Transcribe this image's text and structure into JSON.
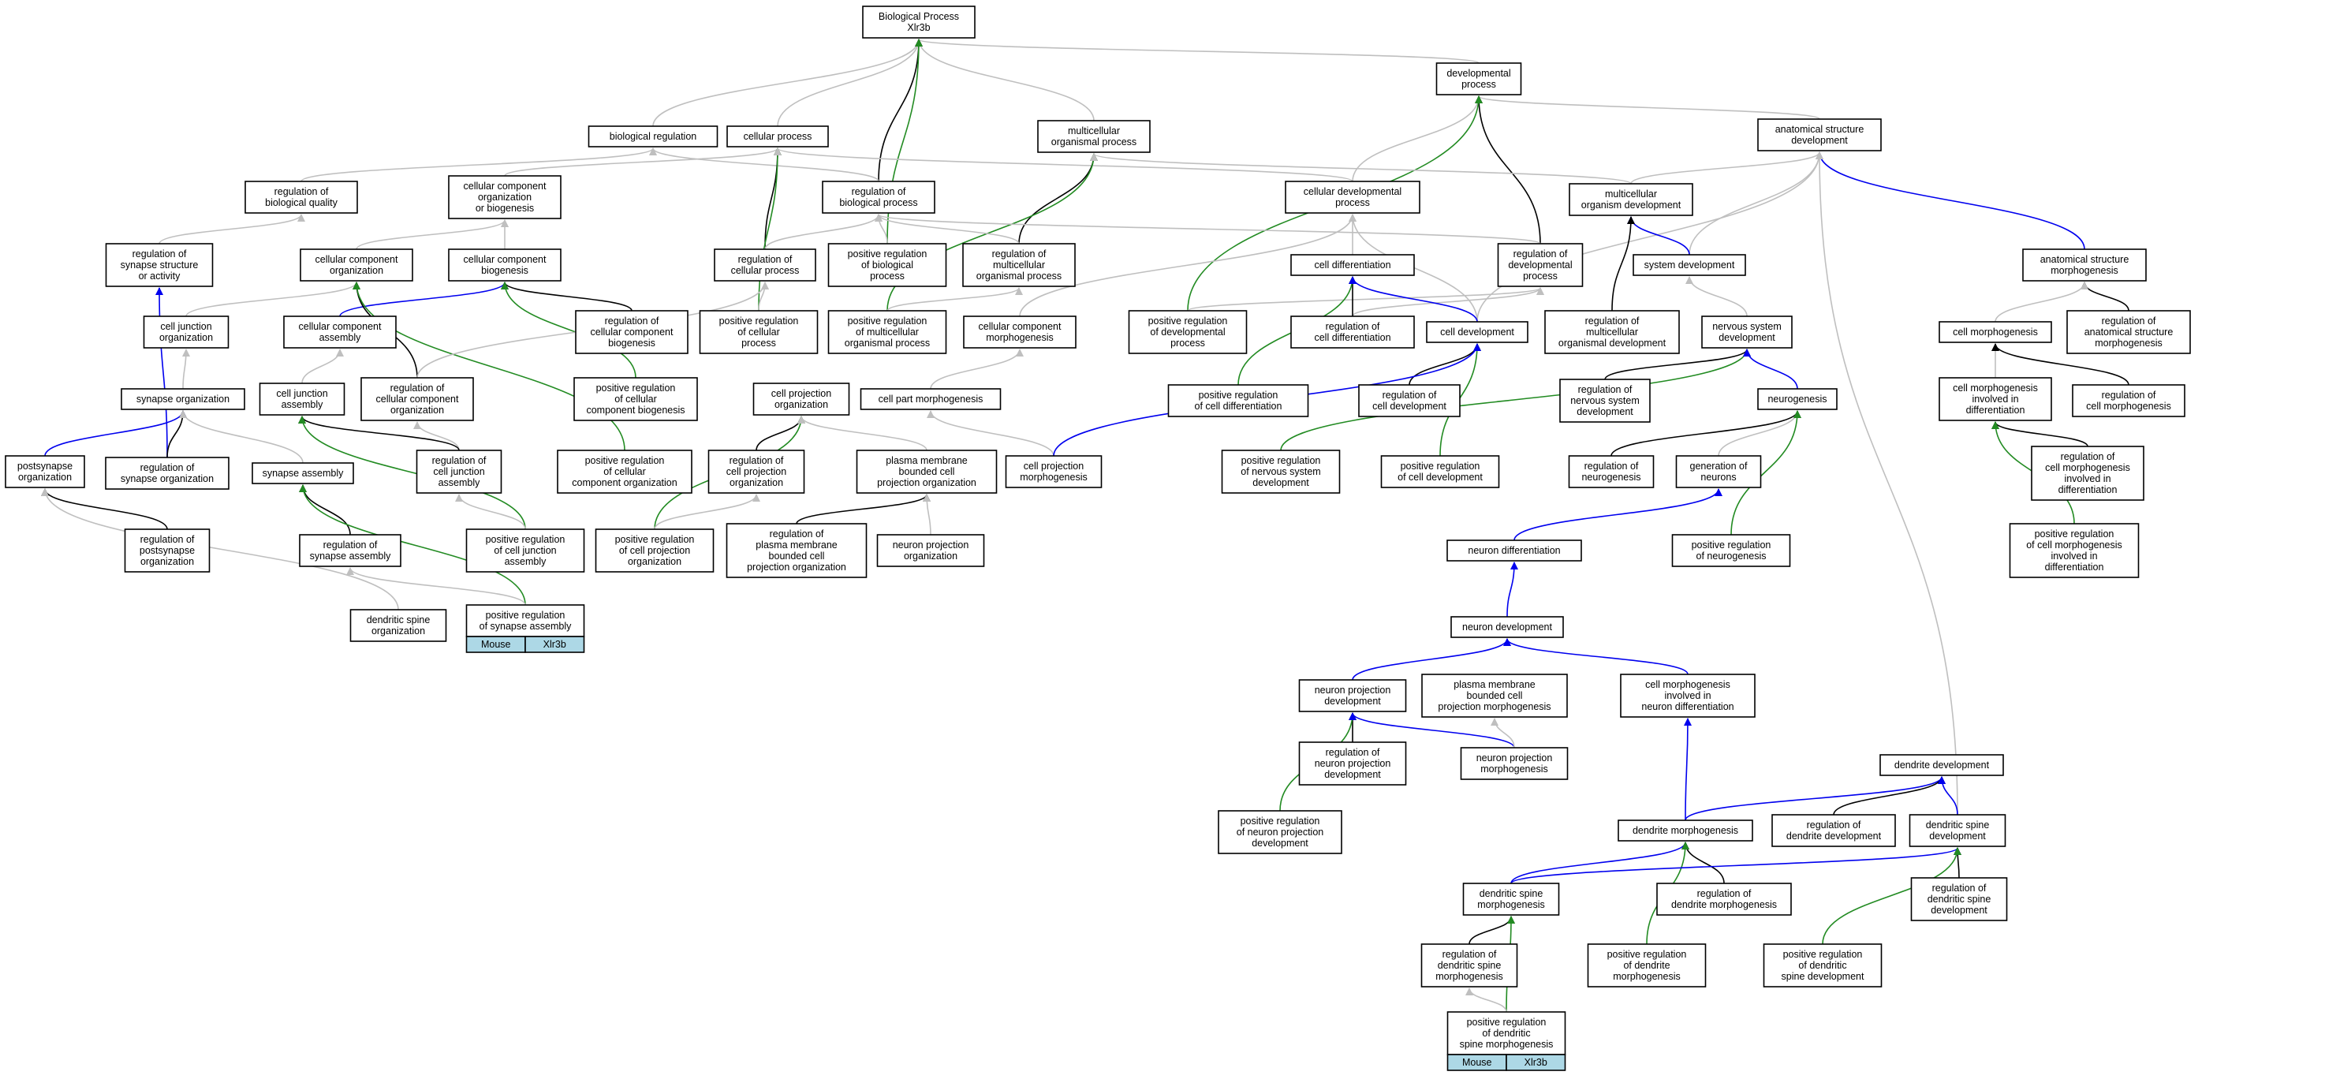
{
  "colors": {
    "is_a": "#bfbfbf",
    "part_of": "#000000",
    "positively_regulates": "#228b22",
    "regulates": "#0000ee",
    "annotation_tag": "#add8e6"
  },
  "nodes": {
    "bp": [
      "Biological Process",
      "Xlr3b"
    ],
    "devproc": [
      "developmental",
      "process"
    ],
    "bioreg": [
      "biological regulation"
    ],
    "cellproc": [
      "cellular process"
    ],
    "multiproc": [
      "multicellular",
      "organismal process"
    ],
    "anatdev": [
      "anatomical structure",
      "development"
    ],
    "regbioqual": [
      "regulation of",
      "biological quality"
    ],
    "ccorgbio": [
      "cellular component",
      "organization",
      "or biogenesis"
    ],
    "regbioproc": [
      "regulation of",
      "biological process"
    ],
    "celldevproc": [
      "cellular developmental",
      "process"
    ],
    "multiorgdev": [
      "multicellular",
      "organism development"
    ],
    "regsynstruct": [
      "regulation of",
      "synapse structure",
      "or activity"
    ],
    "ccorg": [
      "cellular component",
      "organization"
    ],
    "ccbio": [
      "cellular component",
      "biogenesis"
    ],
    "regcellproc": [
      "regulation of",
      "cellular process"
    ],
    "posregbioproc": [
      "positive regulation",
      "of biological",
      "process"
    ],
    "regmultiproc": [
      "regulation of",
      "multicellular",
      "organismal process"
    ],
    "regdevproc": [
      "regulation of",
      "developmental",
      "process"
    ],
    "celldiff": [
      "cell differentiation"
    ],
    "sysdev": [
      "system development"
    ],
    "anatmorph": [
      "anatomical structure",
      "morphogenesis"
    ],
    "celljuncorg": [
      "cell junction",
      "organization"
    ],
    "ccassembly": [
      "cellular component",
      "assembly"
    ],
    "regccbio": [
      "regulation of",
      "cellular component",
      "biogenesis"
    ],
    "posregcellproc": [
      "positive regulation",
      "of cellular",
      "process"
    ],
    "posregmultiproc": [
      "positive regulation",
      "of multicellular",
      "organismal process"
    ],
    "ccmorph": [
      "cellular component",
      "morphogenesis"
    ],
    "posregdevproc": [
      "positive regulation",
      "of developmental",
      "process"
    ],
    "regcelldiff": [
      "regulation of",
      "cell differentiation"
    ],
    "celldev": [
      "cell development"
    ],
    "regmultiorgdev": [
      "regulation of",
      "multicellular",
      "organismal development"
    ],
    "nsdev": [
      "nervous system",
      "development"
    ],
    "cellmorph": [
      "cell morphogenesis"
    ],
    "reganatmorph": [
      "regulation of",
      "anatomical structure",
      "morphogenesis"
    ],
    "synorg": [
      "synapse organization"
    ],
    "celljuncassembly": [
      "cell junction",
      "assembly"
    ],
    "regccorg": [
      "regulation of",
      "cellular component",
      "organization"
    ],
    "posregccbio": [
      "positive regulation",
      "of cellular",
      "component biogenesis"
    ],
    "cellprojorg": [
      "cell projection",
      "organization"
    ],
    "cellpartmorph": [
      "cell part morphogenesis"
    ],
    "posregcelldiff": [
      "positive regulation",
      "of cell differentiation"
    ],
    "regcelldev": [
      "regulation of",
      "cell development"
    ],
    "regnsdev": [
      "regulation of",
      "nervous system",
      "development"
    ],
    "neurogenesis": [
      "neurogenesis"
    ],
    "cellmorphdiff": [
      "cell morphogenesis",
      "involved in",
      "differentiation"
    ],
    "regcellmorph": [
      "regulation of",
      "cell morphogenesis"
    ],
    "postsynorg": [
      "postsynapse",
      "organization"
    ],
    "regsynorg": [
      "regulation of",
      "synapse organization"
    ],
    "synassembly": [
      "synapse assembly"
    ],
    "regcelljuncassembly": [
      "regulation of",
      "cell junction",
      "assembly"
    ],
    "posregccorg": [
      "positive regulation",
      "of cellular",
      "component organization"
    ],
    "regcellprojorg": [
      "regulation of",
      "cell projection",
      "organization"
    ],
    "pmbcporg": [
      "plasma membrane",
      "bounded cell",
      "projection organization"
    ],
    "cellprojmorph": [
      "cell projection",
      "morphogenesis"
    ],
    "posregnsdev": [
      "positive regulation",
      "of nervous system",
      "development"
    ],
    "posregcelldev": [
      "positive regulation",
      "of cell development"
    ],
    "regneurogenesis": [
      "regulation of",
      "neurogenesis"
    ],
    "genneurons": [
      "generation of",
      "neurons"
    ],
    "regcellmorphdiff": [
      "regulation of",
      "cell morphogenesis",
      "involved in",
      "differentiation"
    ],
    "regpostsynorg": [
      "regulation of",
      "postsynapse",
      "organization"
    ],
    "regsynassembly": [
      "regulation of",
      "synapse assembly"
    ],
    "posregcelljuncassembly": [
      "positive regulation",
      "of cell junction",
      "assembly"
    ],
    "posregcellprojorg": [
      "positive regulation",
      "of cell projection",
      "organization"
    ],
    "regpmbcporg": [
      "regulation of",
      "plasma membrane",
      "bounded cell",
      "projection organization"
    ],
    "neuronprojorg": [
      "neuron projection",
      "organization"
    ],
    "neurondiff": [
      "neuron differentiation"
    ],
    "posregneurogenesis": [
      "positive regulation",
      "of neurogenesis"
    ],
    "posregcellmorphdiff": [
      "positive regulation",
      "of cell morphogenesis",
      "involved in",
      "differentiation"
    ],
    "dendspineorg": [
      "dendritic spine",
      "organization"
    ],
    "posregsynassembly": [
      "positive regulation",
      "of synapse assembly"
    ],
    "neurondev": [
      "neuron development"
    ],
    "neuronprojdev": [
      "neuron projection",
      "development"
    ],
    "pmbcpmorph": [
      "plasma membrane",
      "bounded cell",
      "projection morphogenesis"
    ],
    "cellmorphneurondiff": [
      "cell morphogenesis",
      "involved in",
      "neuron differentiation"
    ],
    "dendritedev": [
      "dendrite development"
    ],
    "regneuronprojdev": [
      "regulation of",
      "neuron projection",
      "development"
    ],
    "neuronprojmorph": [
      "neuron projection",
      "morphogenesis"
    ],
    "posregneuronprojdev": [
      "positive regulation",
      "of neuron projection",
      "development"
    ],
    "dendmorph": [
      "dendrite morphogenesis"
    ],
    "regdendritedev": [
      "regulation of",
      "dendrite development"
    ],
    "dendspinedev": [
      "dendritic spine",
      "development"
    ],
    "dendspinemorph": [
      "dendritic spine",
      "morphogenesis"
    ],
    "regdendmorph": [
      "regulation of",
      "dendrite morphogenesis"
    ],
    "regdendspinedev": [
      "regulation of",
      "dendritic spine",
      "development"
    ],
    "regdendspinemorph": [
      "regulation of",
      "dendritic spine",
      "morphogenesis"
    ],
    "posregdendmorph": [
      "positive regulation",
      "of dendrite",
      "morphogenesis"
    ],
    "posregdendspinedev": [
      "positive regulation",
      "of dendritic",
      "spine development"
    ],
    "posregdendspinemorph": [
      "positive regulation",
      "of dendritic",
      "spine morphogenesis"
    ]
  },
  "tags": {
    "posregsynassembly": [
      "Mouse",
      "Xlr3b"
    ],
    "posregdendspinemorph": [
      "Mouse",
      "Xlr3b"
    ]
  },
  "edges": [
    [
      "devproc",
      "bp",
      "is_a"
    ],
    [
      "bioreg",
      "bp",
      "is_a"
    ],
    [
      "cellproc",
      "bp",
      "is_a"
    ],
    [
      "multiproc",
      "bp",
      "is_a"
    ],
    [
      "regbioproc",
      "bp",
      "part_of"
    ],
    [
      "posregbioproc",
      "bp",
      "positively_regulates"
    ],
    [
      "anatdev",
      "devproc",
      "is_a"
    ],
    [
      "celldevproc",
      "devproc",
      "is_a"
    ],
    [
      "regdevproc",
      "devproc",
      "part_of"
    ],
    [
      "posregdevproc",
      "devproc",
      "positively_regulates"
    ],
    [
      "regbioqual",
      "bioreg",
      "is_a"
    ],
    [
      "regbioproc",
      "bioreg",
      "is_a"
    ],
    [
      "ccorgbio",
      "cellproc",
      "is_a"
    ],
    [
      "regcellproc",
      "cellproc",
      "part_of"
    ],
    [
      "posregcellproc",
      "cellproc",
      "positively_regulates"
    ],
    [
      "celldevproc",
      "cellproc",
      "is_a"
    ],
    [
      "regmultiproc",
      "multiproc",
      "part_of"
    ],
    [
      "posregmultiproc",
      "multiproc",
      "positively_regulates"
    ],
    [
      "multiorgdev",
      "multiproc",
      "is_a"
    ],
    [
      "anatmorph",
      "anatdev",
      "regulates"
    ],
    [
      "multiorgdev",
      "anatdev",
      "is_a"
    ],
    [
      "sysdev",
      "anatdev",
      "is_a"
    ],
    [
      "celldev",
      "anatdev",
      "is_a"
    ],
    [
      "dendspinedev",
      "anatdev",
      "is_a"
    ],
    [
      "regsynstruct",
      "regbioqual",
      "is_a"
    ],
    [
      "ccorg",
      "ccorgbio",
      "is_a"
    ],
    [
      "ccbio",
      "ccorgbio",
      "is_a"
    ],
    [
      "regcellproc",
      "regbioproc",
      "is_a"
    ],
    [
      "posregbioproc",
      "regbioproc",
      "is_a"
    ],
    [
      "regmultiproc",
      "regbioproc",
      "is_a"
    ],
    [
      "regdevproc",
      "regbioproc",
      "is_a"
    ],
    [
      "celldiff",
      "celldevproc",
      "is_a"
    ],
    [
      "ccmorph",
      "celldevproc",
      "is_a"
    ],
    [
      "celldev",
      "celldevproc",
      "is_a"
    ],
    [
      "sysdev",
      "multiorgdev",
      "regulates"
    ],
    [
      "regmultiorgdev",
      "multiorgdev",
      "part_of"
    ],
    [
      "regsynorg",
      "regsynstruct",
      "regulates"
    ],
    [
      "celljuncorg",
      "ccorg",
      "is_a"
    ],
    [
      "ccassembly",
      "ccbio",
      "regulates"
    ],
    [
      "regccbio",
      "ccbio",
      "part_of"
    ],
    [
      "posregccbio",
      "ccbio",
      "positively_regulates"
    ],
    [
      "regccorg",
      "ccorg",
      "part_of"
    ],
    [
      "posregccorg",
      "ccorg",
      "positively_regulates"
    ],
    [
      "posregcellproc",
      "regcellproc",
      "is_a"
    ],
    [
      "regccorg",
      "regcellproc",
      "is_a"
    ],
    [
      "posregmultiproc",
      "regmultiproc",
      "is_a"
    ],
    [
      "posregdevproc",
      "regdevproc",
      "is_a"
    ],
    [
      "regcelldiff",
      "regdevproc",
      "is_a"
    ],
    [
      "regcelldiff",
      "celldiff",
      "part_of"
    ],
    [
      "posregcelldiff",
      "celldiff",
      "positively_regulates"
    ],
    [
      "celldev",
      "celldiff",
      "regulates"
    ],
    [
      "nsdev",
      "sysdev",
      "is_a"
    ],
    [
      "reganatmorph",
      "anatmorph",
      "part_of"
    ],
    [
      "cellmorph",
      "anatmorph",
      "is_a"
    ],
    [
      "synorg",
      "celljuncorg",
      "is_a"
    ],
    [
      "celljuncassembly",
      "ccassembly",
      "is_a"
    ],
    [
      "regcelljuncassembly",
      "regccorg",
      "is_a"
    ],
    [
      "cellpartmorph",
      "ccmorph",
      "is_a"
    ],
    [
      "regcelldev",
      "celldev",
      "part_of"
    ],
    [
      "posregcelldev",
      "celldev",
      "positively_regulates"
    ],
    [
      "regnsdev",
      "nsdev",
      "part_of"
    ],
    [
      "posregnsdev",
      "nsdev",
      "positively_regulates"
    ],
    [
      "neurogenesis",
      "nsdev",
      "regulates"
    ],
    [
      "cellmorphdiff",
      "cellmorph",
      "is_a"
    ],
    [
      "regcellmorph",
      "cellmorph",
      "part_of"
    ],
    [
      "postsynorg",
      "synorg",
      "regulates"
    ],
    [
      "regsynorg",
      "synorg",
      "part_of"
    ],
    [
      "synassembly",
      "synorg",
      "is_a"
    ],
    [
      "regcelljuncassembly",
      "celljuncassembly",
      "part_of"
    ],
    [
      "posregcelljuncassembly",
      "celljuncassembly",
      "positively_regulates"
    ],
    [
      "regcellprojorg",
      "cellprojorg",
      "part_of"
    ],
    [
      "posregcellprojorg",
      "cellprojorg",
      "positively_regulates"
    ],
    [
      "pmbcporg",
      "cellprojorg",
      "is_a"
    ],
    [
      "cellprojmorph",
      "cellpartmorph",
      "is_a"
    ],
    [
      "cellprojmorph",
      "celldev",
      "regulates"
    ],
    [
      "regneurogenesis",
      "neurogenesis",
      "part_of"
    ],
    [
      "genneurons",
      "neurogenesis",
      "is_a"
    ],
    [
      "posregneurogenesis",
      "neurogenesis",
      "positively_regulates"
    ],
    [
      "regcellmorphdiff",
      "cellmorphdiff",
      "part_of"
    ],
    [
      "posregcellmorphdiff",
      "cellmorphdiff",
      "positively_regulates"
    ],
    [
      "regpostsynorg",
      "postsynorg",
      "part_of"
    ],
    [
      "regsynassembly",
      "synassembly",
      "part_of"
    ],
    [
      "posregsynassembly",
      "synassembly",
      "positively_regulates"
    ],
    [
      "posregcelljuncassembly",
      "regcelljuncassembly",
      "is_a"
    ],
    [
      "posregcellprojorg",
      "regcellprojorg",
      "is_a"
    ],
    [
      "regpmbcporg",
      "pmbcporg",
      "part_of"
    ],
    [
      "neuronprojorg",
      "pmbcporg",
      "is_a"
    ],
    [
      "neurondiff",
      "genneurons",
      "regulates"
    ],
    [
      "neurondev",
      "neurondiff",
      "regulates"
    ],
    [
      "neuronprojdev",
      "neurondev",
      "regulates"
    ],
    [
      "cellmorphneurondiff",
      "neurondev",
      "regulates"
    ],
    [
      "regneuronprojdev",
      "neuronprojdev",
      "part_of"
    ],
    [
      "posregneuronprojdev",
      "neuronprojdev",
      "positively_regulates"
    ],
    [
      "neuronprojmorph",
      "neuronprojdev",
      "regulates"
    ],
    [
      "neuronprojmorph",
      "pmbcpmorph",
      "is_a"
    ],
    [
      "dendmorph",
      "cellmorphneurondiff",
      "regulates"
    ],
    [
      "dendmorph",
      "dendritedev",
      "regulates"
    ],
    [
      "regdendritedev",
      "dendritedev",
      "part_of"
    ],
    [
      "dendspinedev",
      "dendritedev",
      "regulates"
    ],
    [
      "dendspinemorph",
      "dendmorph",
      "regulates"
    ],
    [
      "regdendmorph",
      "dendmorph",
      "part_of"
    ],
    [
      "posregdendmorph",
      "dendmorph",
      "positively_regulates"
    ],
    [
      "dendspinemorph",
      "dendspinedev",
      "regulates"
    ],
    [
      "regdendspinedev",
      "dendspinedev",
      "part_of"
    ],
    [
      "posregdendspinedev",
      "dendspinedev",
      "positively_regulates"
    ],
    [
      "regdendspinemorph",
      "dendspinemorph",
      "part_of"
    ],
    [
      "posregdendspinemorph",
      "dendspinemorph",
      "positively_regulates"
    ],
    [
      "posregdendspinemorph",
      "regdendspinemorph",
      "is_a"
    ],
    [
      "dendspineorg",
      "postsynorg",
      "is_a"
    ],
    [
      "posregsynassembly",
      "regsynassembly",
      "is_a"
    ]
  ]
}
